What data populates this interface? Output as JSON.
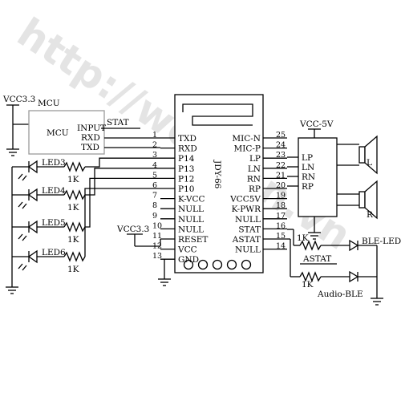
{
  "watermark": "http://webaon.vn",
  "mcu": {
    "top_label": "MCU",
    "supply": "VCC3.3",
    "box_label": "MCU",
    "pins": [
      "INPUT",
      "RXD",
      "TXD"
    ],
    "stat_label": "STAT"
  },
  "module": {
    "name": "JDY-66",
    "left_pins": [
      {
        "num": "1",
        "name": "TXD"
      },
      {
        "num": "2",
        "name": "RXD"
      },
      {
        "num": "3",
        "name": "P14"
      },
      {
        "num": "4",
        "name": "P13"
      },
      {
        "num": "5",
        "name": "P12"
      },
      {
        "num": "6",
        "name": "P10"
      },
      {
        "num": "7",
        "name": "K-VCC"
      },
      {
        "num": "8",
        "name": "NULL"
      },
      {
        "num": "9",
        "name": "NULL"
      },
      {
        "num": "10",
        "name": "NULL"
      },
      {
        "num": "11",
        "name": "RESET"
      },
      {
        "num": "12",
        "name": "VCC"
      },
      {
        "num": "13",
        "name": "GND"
      }
    ],
    "right_pins": [
      {
        "num": "25",
        "name": "MIC-N"
      },
      {
        "num": "24",
        "name": "MIC-P"
      },
      {
        "num": "23",
        "name": "LP"
      },
      {
        "num": "22",
        "name": "LN"
      },
      {
        "num": "21",
        "name": "RN"
      },
      {
        "num": "20",
        "name": "RP"
      },
      {
        "num": "19",
        "name": "VCC5V"
      },
      {
        "num": "18",
        "name": "K-PWR"
      },
      {
        "num": "17",
        "name": "NULL"
      },
      {
        "num": "16",
        "name": "STAT"
      },
      {
        "num": "15",
        "name": "ASTAT"
      },
      {
        "num": "14",
        "name": "NULL"
      }
    ]
  },
  "leds": [
    {
      "name": "LED3",
      "resistor": "1K"
    },
    {
      "name": "LED4",
      "resistor": "1K"
    },
    {
      "name": "LED5",
      "resistor": "1K"
    },
    {
      "name": "LED6",
      "resistor": "1K"
    }
  ],
  "vcc_module": "VCC3.3",
  "amplifier": {
    "supply": "VCC-5V",
    "pins": [
      "LP",
      "LN",
      "RN",
      "RP"
    ],
    "speaker_left": "L",
    "speaker_right": "R"
  },
  "status": {
    "ble_led": "BLE-LED",
    "astat": "ASTAT",
    "audio_led": "Audio-BLE",
    "resistor1": "1K",
    "resistor2": "1K"
  }
}
